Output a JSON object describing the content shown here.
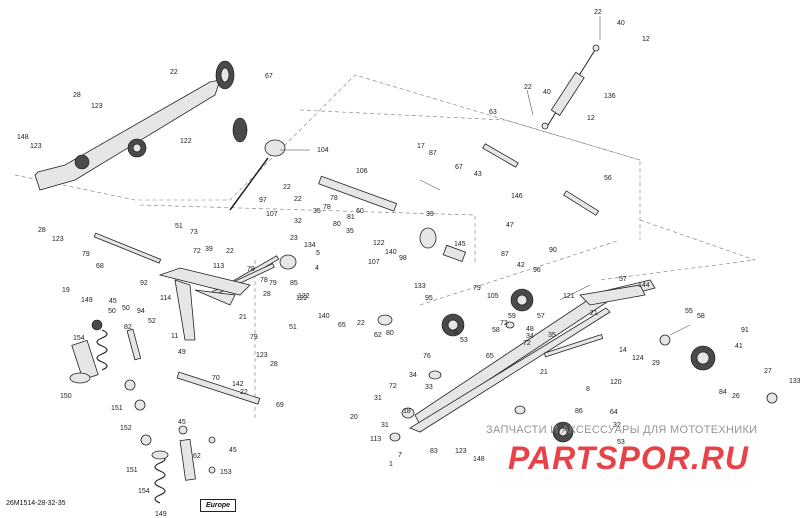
{
  "diagram": {
    "code": "26M1514-28-32-35",
    "region_label": "Europe",
    "watermark_text": "ЗАПЧАСТИ И АКСЕССУАРЫ ДЛЯ МОТОТЕХНИКИ",
    "watermark_logo": "PARTSPOR.RU"
  },
  "callouts": [
    "22",
    "40",
    "12",
    "136",
    "22",
    "40",
    "12",
    "63",
    "67",
    "22",
    "122",
    "28",
    "123",
    "148",
    "123",
    "104",
    "97",
    "17",
    "87",
    "67",
    "43",
    "146",
    "56",
    "47",
    "39",
    "22",
    "107",
    "22",
    "32",
    "35",
    "80",
    "78",
    "78",
    "106",
    "60",
    "81",
    "35",
    "122",
    "140",
    "28",
    "123",
    "79",
    "68",
    "51",
    "73",
    "72",
    "39",
    "22",
    "23",
    "134",
    "5",
    "4",
    "107",
    "98",
    "145",
    "90",
    "92",
    "78",
    "78",
    "79",
    "28",
    "114",
    "113",
    "85",
    "122",
    "87",
    "79",
    "105",
    "42",
    "96",
    "19",
    "149",
    "45",
    "50",
    "51",
    "122",
    "140",
    "133",
    "95",
    "57",
    "144",
    "121",
    "154",
    "50",
    "94",
    "82",
    "52",
    "21",
    "62",
    "65",
    "22",
    "80",
    "59",
    "57",
    "72",
    "48",
    "53",
    "5",
    "76",
    "58",
    "34",
    "35",
    "72",
    "65",
    "55",
    "58",
    "91",
    "14",
    "124",
    "29",
    "120",
    "41",
    "84",
    "26",
    "27",
    "133",
    "11",
    "49",
    "21",
    "79",
    "123",
    "28",
    "70",
    "142",
    "150",
    "151",
    "152",
    "22",
    "69",
    "72",
    "34",
    "33",
    "31",
    "21",
    "8",
    "20",
    "31",
    "113",
    "1",
    "18",
    "86",
    "64",
    "32",
    "53",
    "45",
    "45",
    "62",
    "151",
    "153",
    "154",
    "149",
    "83",
    "123",
    "148",
    "7"
  ]
}
